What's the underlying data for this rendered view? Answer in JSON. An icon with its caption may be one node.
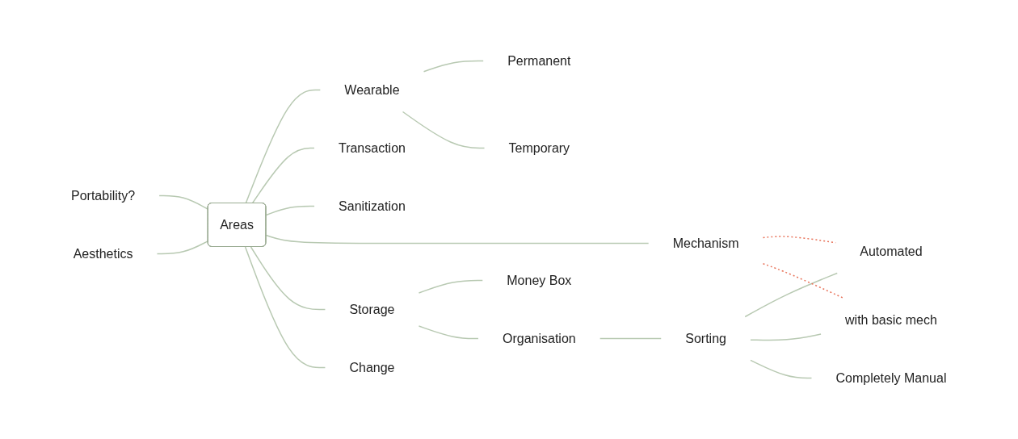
{
  "diagram": {
    "nodes": [
      {
        "text": [
          "Areas"
        ]
      },
      {
        "text": [
          "Portability?"
        ]
      },
      {
        "text": [
          "Aesthetics"
        ]
      },
      {
        "text": [
          "Wearable"
        ]
      },
      {
        "text": [
          "Permanent"
        ]
      },
      {
        "text": [
          "Temporary"
        ]
      },
      {
        "text": [
          "Transaction"
        ]
      },
      {
        "text": [
          "Sanitization"
        ]
      },
      {
        "text": [
          "Mechanism"
        ]
      },
      {
        "text": [
          "Storage"
        ]
      },
      {
        "text": [
          "Money Box"
        ]
      },
      {
        "text": [
          "Organisation"
        ]
      },
      {
        "text": [
          "Sorting"
        ]
      },
      {
        "text": [
          "Automated"
        ]
      },
      {
        "text": [
          "with basic mech"
        ]
      },
      {
        "text": [
          "Completely Manual"
        ]
      },
      {
        "text": [
          "Change"
        ]
      }
    ],
    "edges": [
      {
        "from": 1,
        "to": 0,
        "arrow": "none"
      },
      {
        "from": 2,
        "to": 0,
        "arrow": "none"
      },
      {
        "from": 0,
        "to": 3,
        "arrow": "none"
      },
      {
        "from": 3,
        "to": 4,
        "arrow": "none"
      },
      {
        "from": 3,
        "to": 5,
        "arrow": "none"
      },
      {
        "from": 0,
        "to": 6,
        "arrow": "none"
      },
      {
        "from": 0,
        "to": 7,
        "arrow": "none"
      },
      {
        "from": 0,
        "to": 8,
        "arrow": "none"
      },
      {
        "from": 0,
        "to": 9,
        "arrow": "none"
      },
      {
        "from": 9,
        "to": 10,
        "arrow": "none"
      },
      {
        "from": 9,
        "to": 11,
        "arrow": "none"
      },
      {
        "from": 11,
        "to": 12,
        "arrow": "none"
      },
      {
        "from": 12,
        "to": 13,
        "arrow": "none"
      },
      {
        "from": 12,
        "to": 14,
        "arrow": "none"
      },
      {
        "from": 12,
        "to": 15,
        "arrow": "none"
      },
      {
        "from": 0,
        "to": 16,
        "arrow": "none"
      },
      {
        "from": 8,
        "to": 13,
        "arrow": "none",
        "style": "dashed",
        "color": "#e8735a"
      },
      {
        "from": 8,
        "to": 14,
        "arrow": "none",
        "style": "dashed",
        "color": "#e8735a"
      }
    ]
  }
}
